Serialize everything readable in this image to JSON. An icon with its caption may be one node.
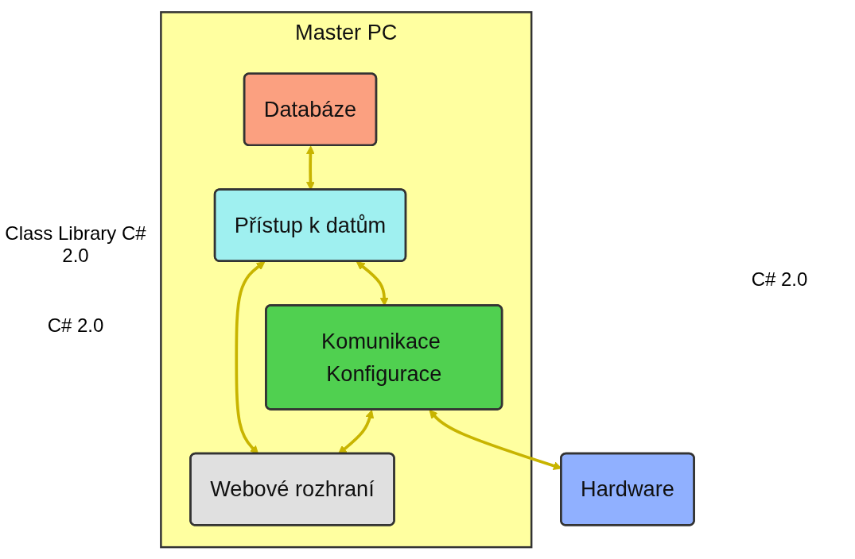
{
  "diagram": {
    "nodes": [
      {
        "text": [
          "Master PC"
        ]
      },
      {
        "text": [
          "Databáze"
        ],
        "in": 0
      },
      {
        "text": [
          "Přístup k datům"
        ],
        "in": 0
      },
      {
        "text": [
          "Komunikace Konfigurace"
        ],
        "in": 0
      },
      {
        "text": [
          "Webové rozhraní"
        ],
        "in": 0
      },
      {
        "text": [
          "Hardware"
        ]
      }
    ],
    "edges": [
      {
        "from": 1,
        "to": 2,
        "arrow": "both"
      },
      {
        "from": 2,
        "to": 3,
        "arrow": "both"
      },
      {
        "from": 2,
        "to": 4,
        "arrow": "both"
      },
      {
        "from": 3,
        "to": 4,
        "arrow": "both"
      },
      {
        "from": 3,
        "to": 5,
        "arrow": "both"
      }
    ],
    "labels": [
      "Class Library C# 2.0",
      "C# 2.0",
      "C# 2.0"
    ]
  }
}
